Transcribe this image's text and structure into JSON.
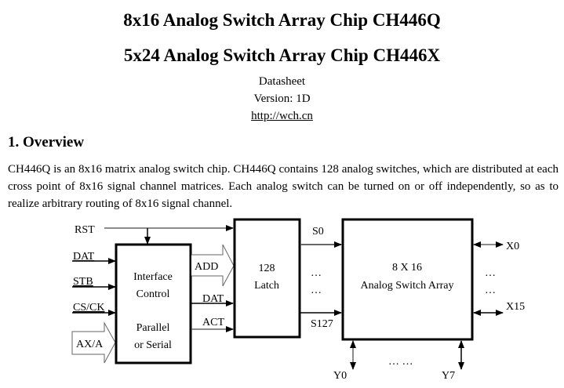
{
  "titles": {
    "line1": "8x16 Analog Switch Array Chip CH446Q",
    "line2": "5x24 Analog Switch Array Chip CH446X"
  },
  "meta": {
    "doc_type": "Datasheet",
    "version": "Version: 1D",
    "link": "http://wch.cn"
  },
  "section": {
    "heading": "1. Overview",
    "paragraph": "CH446Q is an 8x16 matrix analog switch chip. CH446Q contains 128 analog switches, which are distributed at each cross point of 8x16 signal channel matrices. Each analog switch can be turned on or off independently, so as to realize arbitrary routing of 8x16 signal channel."
  },
  "diagram": {
    "inputs": {
      "rst": "RST",
      "dat": "DAT",
      "stb": "STB",
      "cs_ck": "CS/CK",
      "ax_a": "AX/A"
    },
    "interface_block": {
      "line1": "Interface",
      "line2": "Control",
      "line3": "Parallel",
      "line4": "or Serial"
    },
    "interface_outputs": {
      "add": "ADD",
      "dat": "DAT",
      "act": "ACT"
    },
    "latch_block": {
      "line1": "128",
      "line2": "Latch"
    },
    "latch_outputs": {
      "first": "S0",
      "last": "S127",
      "ellipsis1": "…",
      "ellipsis2": "…"
    },
    "array_block": {
      "line1": "8 X 16",
      "line2": "Analog Switch Array"
    },
    "x_ports": {
      "first": "X0",
      "last": "X15",
      "ellipsis1": "…",
      "ellipsis2": "…"
    },
    "y_ports": {
      "first": "Y0",
      "last": "Y7",
      "ellipsis": "… …"
    }
  }
}
